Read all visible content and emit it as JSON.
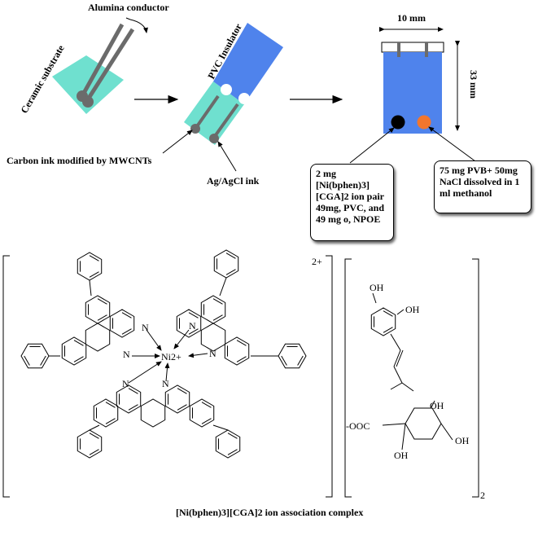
{
  "labels": {
    "alumina_conductor": "Alumina conductor",
    "ceramic_substrate": "Ceramic substrate",
    "pvc_insulator": "PVC Insulator",
    "carbon_ink": "Carbon ink modified by MWCNTs",
    "ag_agcl_ink": "Ag/AgCl ink",
    "width_dim": "10 mm",
    "height_dim": "33 mm",
    "membrane_box": "2 mg [Ni(bphen)3] [CGA]2 ion pair 49mg, PVC, and 49 mg o, NPOE",
    "reference_box": "75 mg PVB+ 50mg NaCl dissolved in 1 ml methanol",
    "complex_caption": "[Ni(bphen)3][CGA]2 ion association complex"
  },
  "chemistry": {
    "metal_center": "Ni2+",
    "charge": "2+",
    "n_atom": "N",
    "oh": "OH",
    "carboxylate": "-OOC",
    "subscript": "2"
  },
  "colors": {
    "ceramic": "#6fe0cf",
    "pvc": "#4f83ec",
    "conductor": "#6b6b6b",
    "reference_dot": "#f2762e",
    "working_dot": "#000000"
  }
}
